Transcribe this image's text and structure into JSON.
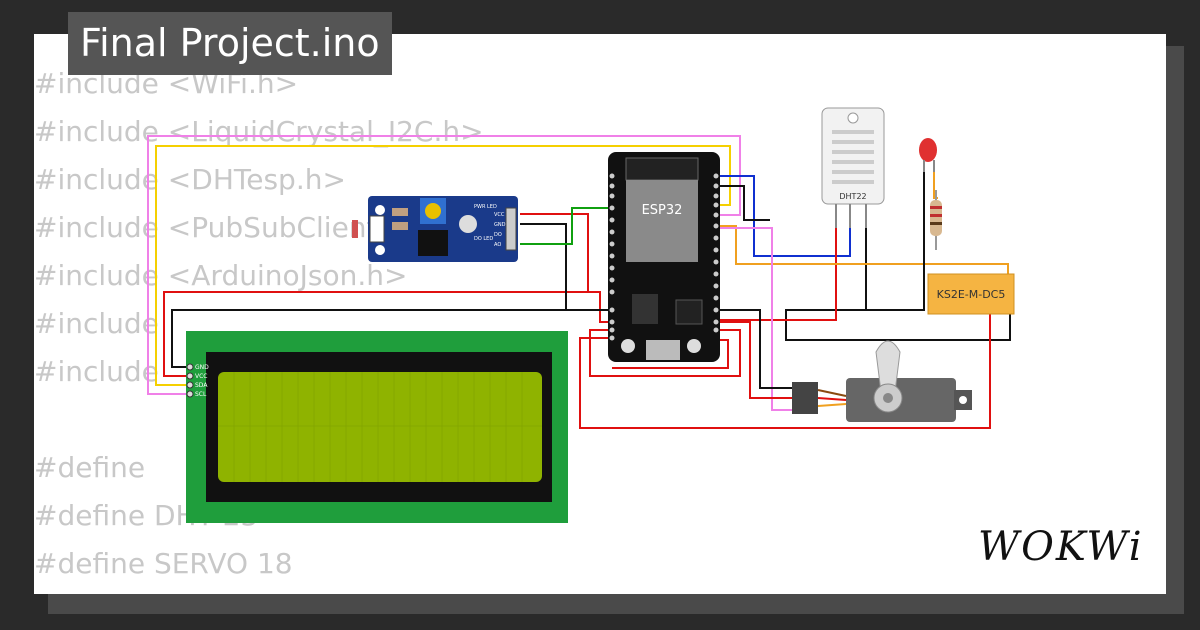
{
  "project": {
    "title": "Final Project.ino"
  },
  "code_lines": [
    "#include <WiFi.h>",
    "#include <LiquidCrystal_I2C.h>",
    "#include <DHTesp.h>",
    "#include <PubSubClient.h>",
    "#include <ArduinoJson.h>",
    "#include",
    "#include",
    "",
    "#define",
    "#define DHT 23",
    "#define SERVO 18"
  ],
  "components": {
    "esp32_label": "ESP32",
    "dht_label": "DHT22",
    "relay_label": "KS2E-M-DC5",
    "lcd_pins": [
      "GND",
      "VCC",
      "SDA",
      "SCL"
    ],
    "ldr_pins": [
      "VCC",
      "GND",
      "DO",
      "AO"
    ],
    "ldr_leds": [
      "PWR LED",
      "DO LED"
    ]
  },
  "branding": {
    "logo_text": "WOKWi"
  },
  "colors": {
    "background": "#2a2a2a",
    "card": "#ffffff",
    "title_tab": "#555555",
    "wire_red": "#e01010",
    "wire_black": "#111111",
    "wire_yellow": "#f5d000",
    "wire_pink": "#f080e8",
    "wire_blue": "#1030d0",
    "wire_green": "#10a010",
    "wire_orange": "#f0a020",
    "lcd_board": "#1f9e3c",
    "lcd_screen": "#8fb300"
  }
}
